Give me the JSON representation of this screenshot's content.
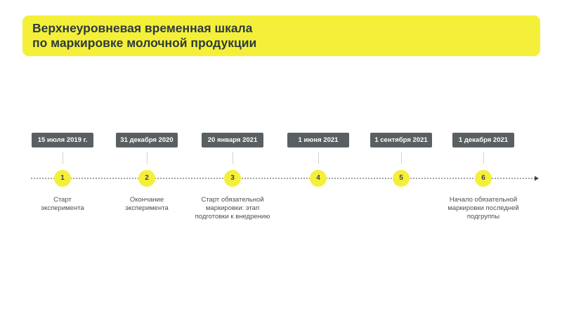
{
  "title": {
    "line1": "Верхнеуровневая временная шкала",
    "line2": "по маркировке молочной продукции"
  },
  "milestones": [
    {
      "number": "1",
      "date": "15 июля 2019 г.",
      "caption": [
        "Старт",
        "эксперимента"
      ]
    },
    {
      "number": "2",
      "date": "31 декабря 2020",
      "caption": [
        "Окончание",
        "эксперимента"
      ]
    },
    {
      "number": "3",
      "date": "20 января 2021",
      "caption": [
        "Старт обязательной",
        "маркировки: этап",
        "подготовки к внедрению"
      ]
    },
    {
      "number": "4",
      "date": "1 июня 2021",
      "caption": []
    },
    {
      "number": "5",
      "date": "1 сентября 2021",
      "caption": []
    },
    {
      "number": "6",
      "date": "1 декабря 2021",
      "caption": [
        "Начало обязательной",
        "маркировки последней",
        "подгруппы"
      ]
    }
  ],
  "colors": {
    "accent": "#f4f03a",
    "tag": "#5a5f62",
    "text": "#2e3a40"
  }
}
